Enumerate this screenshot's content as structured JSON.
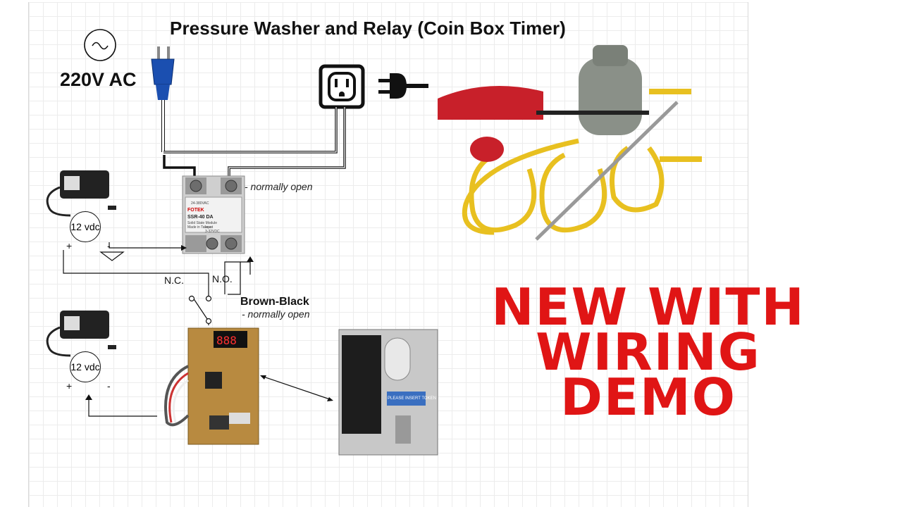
{
  "diagram": {
    "title": "Pressure Washer and Relay (Coin Box Timer)",
    "power_label": "220V AC",
    "relay_note": "- normally open",
    "switch_nc": "N.C.",
    "switch_no": "N.O.",
    "timer_wire": "Brown-Black",
    "timer_note": "- normally open",
    "adapter_top": {
      "label": "12 vdc",
      "plus": "+",
      "minus": "-"
    },
    "adapter_bottom": {
      "label": "12 vdc",
      "plus": "+",
      "minus": "-"
    },
    "relay": {
      "brand": "FOTEK",
      "model": "SSR-40 DA",
      "subtitle": "Solid State Module",
      "made_in": "Made in Taiwan",
      "load_rating": "24-380VAC",
      "input_label": "Input",
      "input_rating": "3-32VDC"
    },
    "coin_acceptor_label": "PLEASE INSERT TOKEN"
  },
  "promo": {
    "line1": "NEW WITH",
    "line2": "WIRING DEMO",
    "color": "#e01515"
  }
}
